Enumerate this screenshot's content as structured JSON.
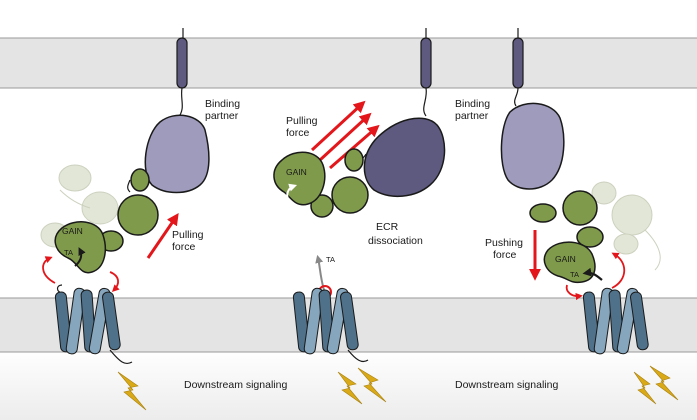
{
  "panels": [
    {
      "binding_label_1": "Binding",
      "binding_label_2": "partner",
      "gain_label": "GAIN",
      "ta_label": "TA",
      "force_label_1": "Pulling",
      "force_label_2": "force"
    },
    {
      "force_label_1": "Pulling",
      "force_label_2": "force",
      "gain_label": "GAIN",
      "ecr_label_1": "ECR",
      "ecr_label_2": "dissociation",
      "ta_label": "TA",
      "signal_label": "Downstream signaling"
    },
    {
      "binding_label_1": "Binding",
      "binding_label_2": "partner",
      "gain_label": "GAIN",
      "ta_label": "TA",
      "force_label_1": "Pushing",
      "force_label_2": "force",
      "signal_label": "Downstream signaling"
    }
  ],
  "colors": {
    "membrane": "#e4e4e4",
    "membrane_edge": "#9a9a9a",
    "gain_green": "#7f9a4a",
    "ghost_green": "#dfe4d3",
    "partner_dark": "#5e5a7f",
    "partner_light": "#9e9bbd",
    "gpcr_blue": "#4f7189",
    "gpcr_light": "#86a6bd",
    "arrow_red": "#e3171b",
    "bolt_yellow": "#d9a918"
  }
}
